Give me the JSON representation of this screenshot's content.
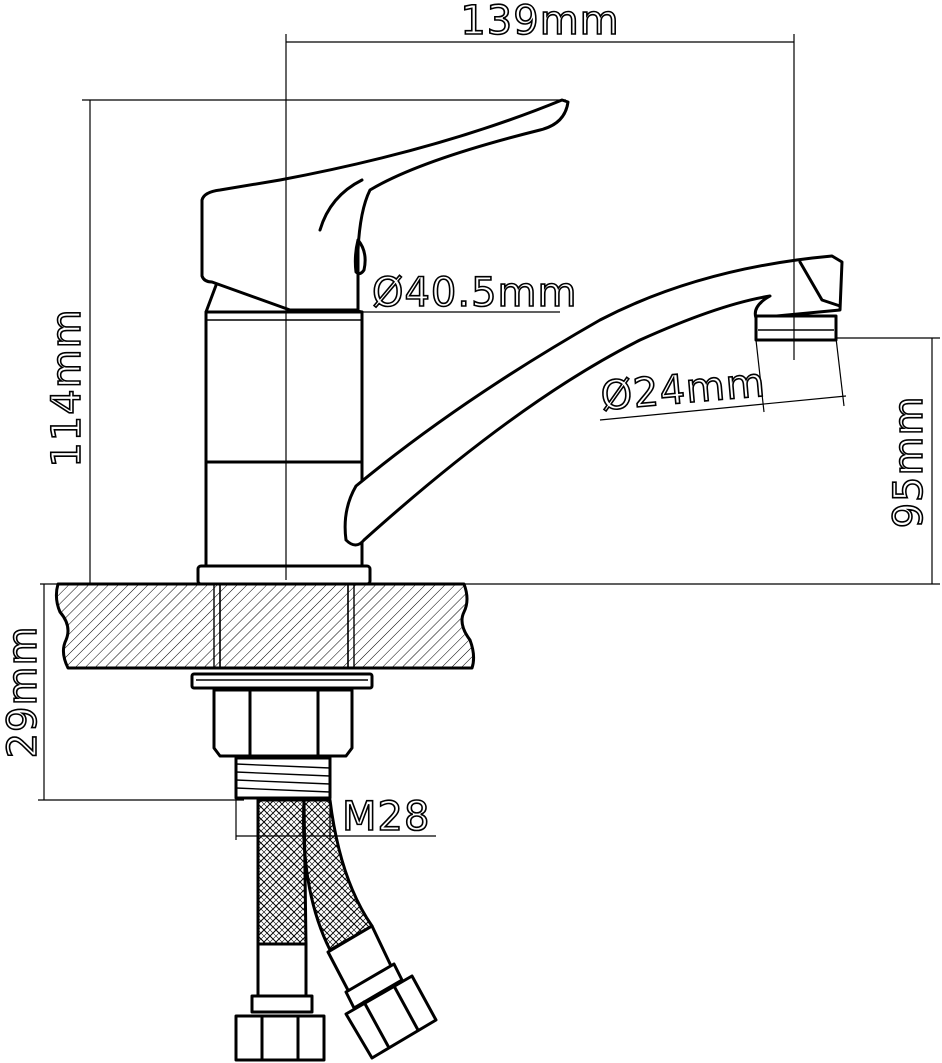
{
  "dimensions": {
    "spout_reach": "139mm",
    "total_height": "114mm",
    "body_diameter": "Ø40.5mm",
    "aerator_diameter": "Ø24mm",
    "spout_height": "95mm",
    "shank_length": "29mm",
    "thread": "M28"
  }
}
